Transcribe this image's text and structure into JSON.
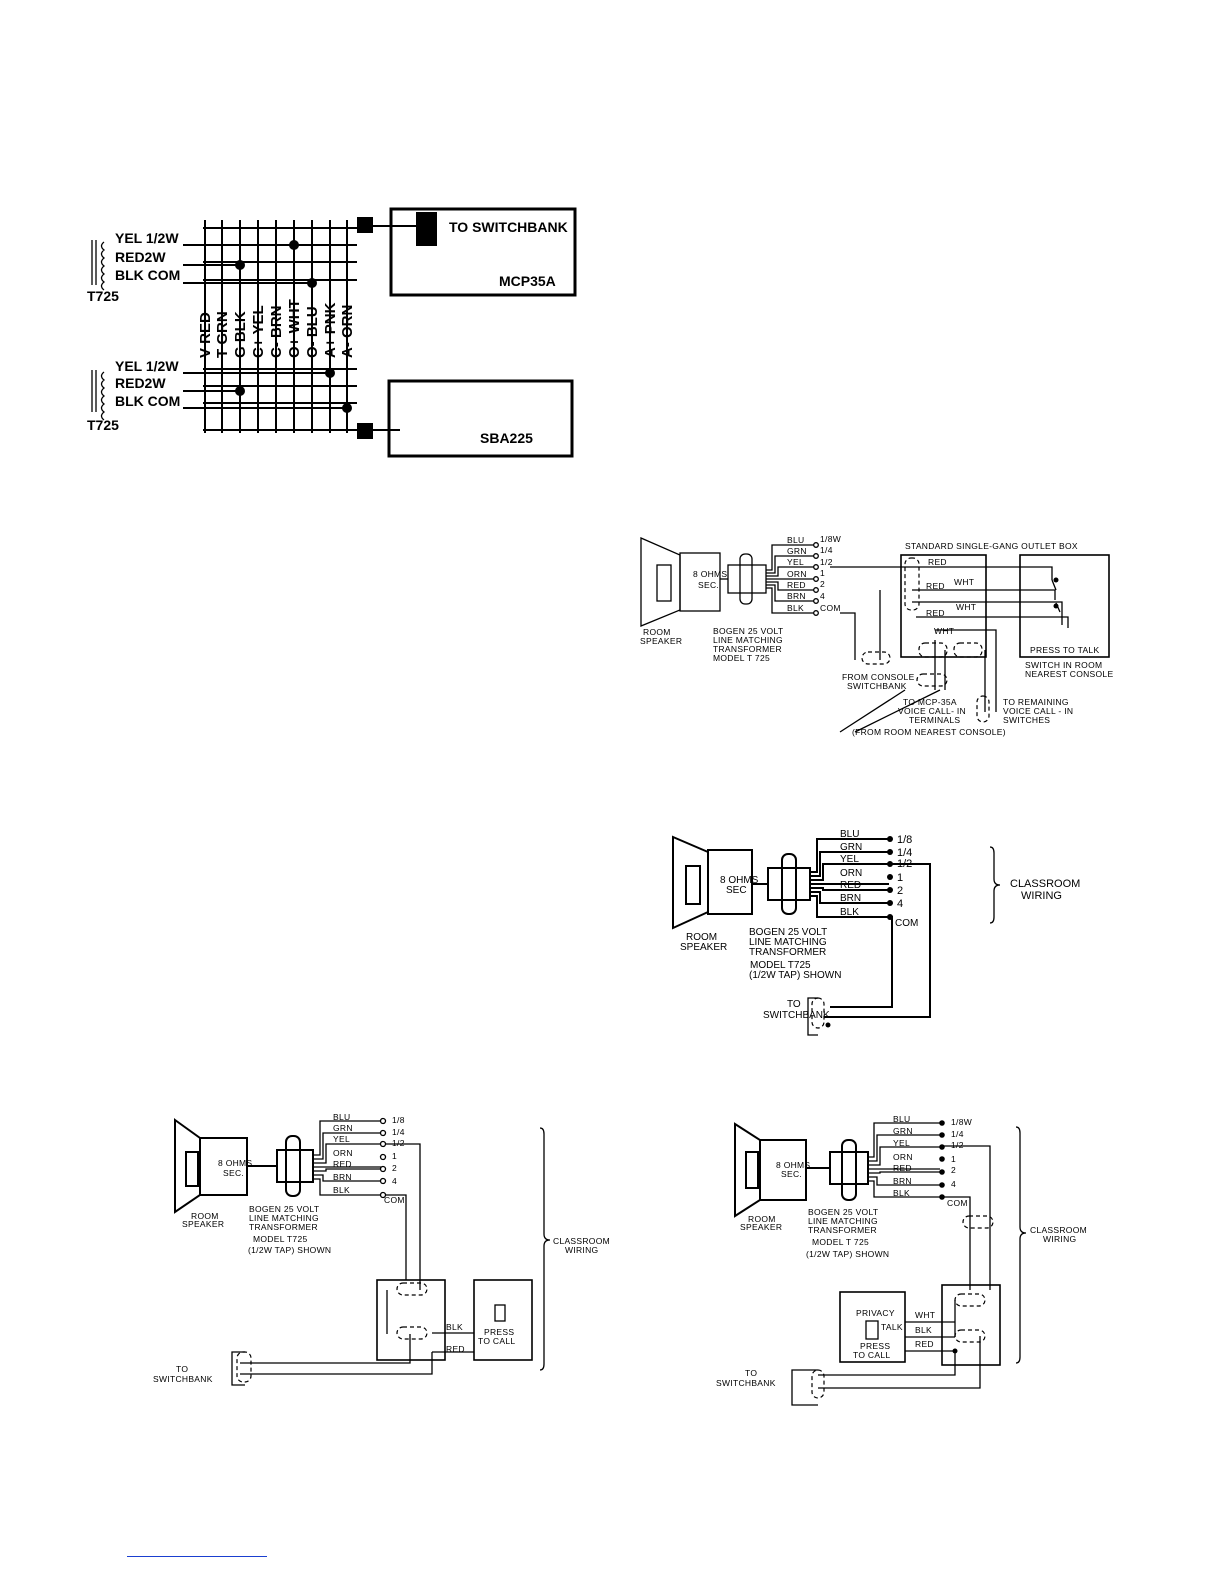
{
  "top": {
    "transformer_taps": [
      "YEL 1/2W",
      "RED2W",
      "BLK COM"
    ],
    "transformer_model": "T725",
    "bus_labels": [
      "V  RED",
      "T  GRN",
      "G  BLK",
      "C+ YEL",
      "C-  BRN",
      "O+ WHT",
      "O-  BLU",
      "A+ PNK",
      "A-  ORN"
    ],
    "mcp_label": "TO SWITCHBANK",
    "mcp_model": "MCP35A",
    "sba_model": "SBA225"
  },
  "speaker": {
    "secondary": [
      "8 OHMS",
      "SEC."
    ],
    "secondary_nodot": [
      "8 OHMS",
      "SEC"
    ],
    "room_speaker": [
      "ROOM",
      "SPEAKER"
    ],
    "transformer_desc": [
      "BOGEN 25 VOLT",
      "LINE MATCHING",
      "TRANSFORMER",
      "MODEL T 725"
    ],
    "transformer_desc_b": [
      "BOGEN  25 VOLT",
      "LINE MATCHING",
      "TRANSFORMER",
      "MODEL T725",
      "(1/2W TAP) SHOWN"
    ],
    "transformer_desc_c": [
      "BOGEN  25 VOLT",
      "LINE MATCHING",
      "TRANSFORMER",
      "MODEL  T 725",
      "(1/2W TAP) SHOWN"
    ],
    "colors": [
      "BLU",
      "GRN",
      "YEL",
      "ORN",
      "RED",
      "BRN",
      "BLK"
    ],
    "taps_a": [
      "1/8W",
      "1/4",
      "1/2",
      "1",
      "2",
      "4",
      "COM"
    ],
    "taps_b": [
      "1/8",
      "1/4",
      "1/2",
      "1",
      "2",
      "4",
      "COM"
    ],
    "taps_c": [
      "1/8W",
      "1/4",
      "1/2",
      "1",
      "2",
      "4",
      "COM"
    ]
  },
  "diagram_outlet": {
    "outlet_box": "STANDARD  SINGLE-GANG  OUTLET BOX",
    "wire_red": "RED",
    "wire_wht": "WHT",
    "press_to_talk": "PRESS  TO TALK",
    "switch_note": [
      "SWITCH  IN ROOM",
      "NEAREST  CONSOLE"
    ],
    "from_console": [
      "FROM CONSOLE",
      "SWITCHBANK"
    ],
    "to_mcp": [
      "TO MCP-35A",
      "VOICE CALL- IN",
      "TERMINALS"
    ],
    "to_remaining": [
      "TO REMAINING",
      "VOICE  CALL - IN",
      "SWITCHES"
    ],
    "from_room": "(FROM ROOM NEAREST CONSOLE)"
  },
  "diagram_basic": {
    "classroom": [
      "CLASSROOM",
      "WIRING"
    ],
    "to_switchbank": [
      "TO",
      "SWITCHBANK"
    ]
  },
  "diagram_call": {
    "classroom": [
      "CLASSROOM",
      "WIRING"
    ],
    "to_switchbank": [
      "TO",
      "SWITCHBANK"
    ],
    "wire_blk": "BLK",
    "wire_red": "RED",
    "press": [
      "PRESS",
      "TO  CALL"
    ]
  },
  "diagram_privacy": {
    "classroom": [
      "CLASSROOM",
      "WIRING"
    ],
    "to_switchbank": [
      "TO",
      "SWITCHBANK"
    ],
    "privacy": "PRIVACY",
    "talk": "TALK",
    "press": [
      "PRESS",
      "TO  CALL"
    ],
    "wire_wht": "WHT",
    "wire_blk": "BLK",
    "wire_red": "RED"
  }
}
